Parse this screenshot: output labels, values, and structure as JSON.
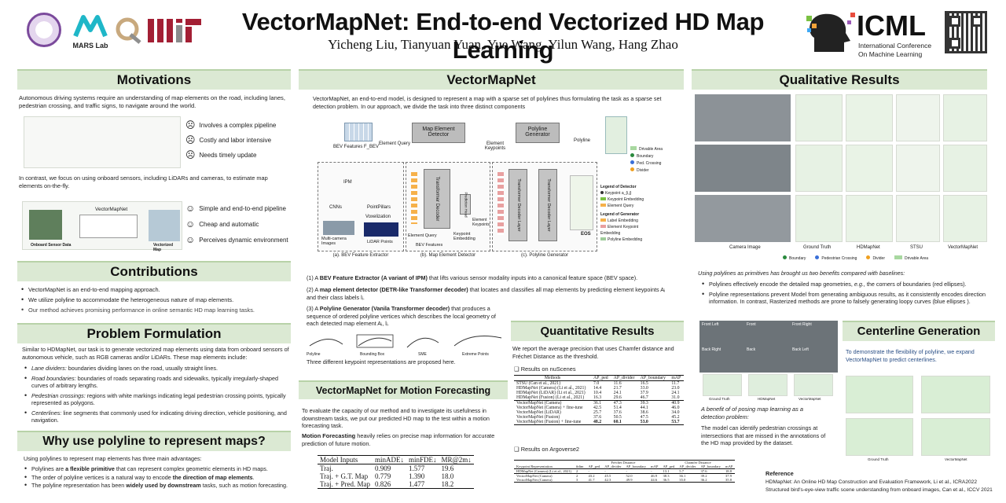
{
  "header": {
    "title": "VectorMapNet: End-to-end Vectorized HD Map Learning",
    "authors": "Yicheng Liu, Tianyuan Yuan, Yue Wang, Yilun Wang, Hang Zhao",
    "mars_lab": "MARS Lab",
    "icml": "ICML",
    "icml_sub1": "International Conference",
    "icml_sub2": "On Machine Learning"
  },
  "motivations": {
    "title": "Motivations",
    "intro": "Autonomous driving systems require an understanding of map elements on the road, including lanes, pedestrian crossing, and traffic signs, to navigate around the world.",
    "cons": [
      "Involves a complex pipeline",
      "Costly and labor intensive",
      "Needs timely update"
    ],
    "contrast": "In contrast, we focus on using onboard sensors, including LiDARs and cameras, to estimate map elements on-the-fly.",
    "pros": [
      "Simple and end-to-end pipeline",
      "Cheap and automatic",
      "Perceives dynamic environment"
    ],
    "fig_label_vmn": "VectorMapNet",
    "fig_label_onboard": "Onboard Sensor Data",
    "fig_label_vectorized": "Vectorized Map"
  },
  "contributions": {
    "title": "Contributions",
    "items": [
      "VectorMapNet is an end-to-end mapping approach.",
      "We utilize polyline to accommodate the heterogeneous nature of map elements.",
      "Our method achieves promising performance in online semantic HD map learning tasks."
    ]
  },
  "problem": {
    "title": "Problem Formulation",
    "intro": "Similar to HDMapNet, our task is to generate vectorized map elements using data from onboard sensors of autonomous vehicle, such as RGB cameras and/or LiDARs. These map elements include:",
    "items": [
      {
        "term": "Lane dividers:",
        "desc": " boundaries dividing lanes on the road, usually straight lines."
      },
      {
        "term": "Road boundaries:",
        "desc": " boundaries of roads separating roads and sidewalks, typically irregularly-shaped curves of arbitrary lengths."
      },
      {
        "term": "Pedestrian crossings:",
        "desc": " regions with white markings indicating legal pedestrian crossing points, typically represented as polygons."
      },
      {
        "term": "Centerlines:",
        "desc": " line segments that commonly used for indicating driving direction, vehicle positioning, and navigation."
      }
    ]
  },
  "why": {
    "title": "Why use polyline to represent maps?",
    "intro": "Using polylines to represent map elements has three main advantages:",
    "i1a": "Polylines are ",
    "i1b": "a flexible primitive",
    "i1c": " that can represent complex geometric elements in HD maps.",
    "i2a": "The order of polyline vertices is a natural way to encode ",
    "i2b": "the direction of map elements",
    "i2c": ".",
    "i3a": "The polyline representation has been ",
    "i3b": "widely used by downstream",
    "i3c": " tasks, such as motion forecasting."
  },
  "vmn": {
    "title": "VectorMapNet",
    "intro": "VectorMapNet, an end-to-end model, is designed to represent a map with a sparse set of polylines thus formulating the task as a sparse set detection problem. In our approach, we divide the task into three distinct components",
    "box_detector": "Map Element Detector",
    "box_generator": "Polyline Generator",
    "lbl_bev": "BEV Features F_BEV",
    "lbl_eq": "Element Query",
    "lbl_ek": "Element Keypoints",
    "lbl_poly": "Polyline",
    "legend_drivable": "Drivable Area",
    "legend_boundary": "Boundary",
    "legend_ped": "Ped. Crossing",
    "legend_divider": "Divider",
    "sub_a": "(a). BEV Feature Extractor",
    "sub_b": "(b). Map Element Detector",
    "sub_c": "(c). Polyline Generator",
    "lbl_ipm": "IPM",
    "lbl_cnns": "CNNs",
    "lbl_pointpillars": "PointPillars",
    "lbl_voxel": "Voxelization",
    "lbl_cams": "Multi-camera Images",
    "lbl_lidar": "LiDAR Points",
    "lbl_decoder": "Transformer Decoder",
    "lbl_pred_head": "Prediction Head",
    "lbl_eq2": "Element Query",
    "lbl_kpe": "Keypoint Embedding",
    "lbl_bevf": "BEV Features",
    "lbl_ekp": "Element Keypoints",
    "lbl_tdl": "Transformer Decoder Layer",
    "lbl_eos": "EOS",
    "legend_det_title": "Legend of Detector",
    "legend_kp": "Keypoint a_{i,j}",
    "legend_kpe": "Keypoint Embedding",
    "legend_eq": "Element Query",
    "legend_gen_title": "Legend of Generator",
    "legend_label": "Label Embedding",
    "legend_ekpe": "Element Keypoint Embedding",
    "legend_pe": "Polyline Embedding",
    "p1a": "(1) A ",
    "p1b": "BEV Feature Extractor (A variant of IPM)",
    "p1c": " that lifts various sensor modality inputs into a canonical feature space (BEV space).",
    "p2a": "(2) A ",
    "p2b": "map element detector (DETR-like Transformer decoder)",
    "p2c": " that locates and classifies all map elements by predicting element keypoints Aᵢ and their class labels lᵢ.",
    "p3a": "(3) A ",
    "p3b": "Polyline Generator (Vanila Transformer decoder)",
    "p3c": " that produces a sequence of ordered polyline vertices which describes the local geometry of each detected map element Aᵢ, lᵢ.",
    "kp_polyline": "Polyline",
    "kp_bbox": "Bounding Box",
    "kp_sme": "SME",
    "kp_extreme": "Extreme Points",
    "kp_caption": "Three different keypoint representations are proposed here."
  },
  "motion": {
    "title": "VectorMapNet for Motion Forecasting",
    "intro": "To evaluate the capacity of our method and to investigate its usefulness in downstream tasks, we put our predicted HD map to the test within a motion forecasting task.",
    "mf_bold": "Motion Forecasting",
    "mf_rest": " heavily relies on precise map information for accurate prediction of future motion.",
    "headers": [
      "Model Inputs",
      "minADE↓",
      "minFDE↓",
      "MR@2m↓"
    ],
    "rows": [
      [
        "Traj.",
        "0.909",
        "1.577",
        "19.6"
      ],
      [
        "Traj. + G.T. Map",
        "0.779",
        "1.390",
        "18.0"
      ],
      [
        "Traj. + Pred. Map",
        "0.826",
        "1.477",
        "18.2"
      ]
    ]
  },
  "qual": {
    "title": "Qualitative Results",
    "col_labels": [
      "Camera Image",
      "Ground Truth",
      "HDMapNet",
      "STSU",
      "VectorMapNet"
    ],
    "legend": [
      "Boundary",
      "Pedestrian Crossing",
      "Divider",
      "Drivable Area"
    ],
    "using": "Using polylines as primitives has brought us two benefits compared with baselines:",
    "b1a": "Polylines effectively encode the detailed map geometries, ",
    "b1b": "e.g.,",
    "b1c": " the corners of boundaries (red ellipses).",
    "b2": "Polyline representations prevent Model from generating ambiguous results, as it consistently encodes direction information. In contrast, Rasterized methods are prone to falsely generating loopy curves (blue ellipses )."
  },
  "quant": {
    "title": "Quantitative Results",
    "intro": "We report the average precision that uses Chamfer distance and Fréchet Distance as the threshold.",
    "nus_title": "Results on nuScenes",
    "nus_headers": [
      "Methods",
      "AP_ped",
      "AP_divider",
      "AP_boundary",
      "mAP"
    ],
    "nus_rows": [
      [
        "STSU (Can et al., 2021)",
        "7.0",
        "11.6",
        "16.5",
        "11.7"
      ],
      [
        "HDMapNet (Camera) (Li et al., 2021)",
        "14.4",
        "21.7",
        "33.0",
        "23.0"
      ],
      [
        "HDMapNet (LiDAR) (Li et al., 2021)",
        "10.4",
        "24.1",
        "37.9",
        "24.1"
      ],
      [
        "HDMapNet (Fusion) (Li et al., 2021)",
        "16.3",
        "29.6",
        "46.7",
        "31.0"
      ],
      [
        "VectorMapNet (Camera)",
        "36.1",
        "47.3",
        "39.3",
        "40.9"
      ],
      [
        "VectorMapNet (Camera) + fine-tune",
        "42.5",
        "51.4",
        "44.1",
        "46.0"
      ],
      [
        "VectorMapNet (LiDAR)",
        "25.7",
        "37.6",
        "38.6",
        "34.0"
      ],
      [
        "VectorMapNet (Fusion)",
        "37.6",
        "50.5",
        "47.5",
        "45.2"
      ],
      [
        "VectorMapNet (Fusion) + fine-tune",
        "48.2",
        "60.1",
        "53.0",
        "53.7"
      ]
    ],
    "argo_title": "Results on Argoverse2",
    "argo_group1": "Fréchet Distance",
    "argo_group2": "Chamfer Distance",
    "argo_headers": [
      "Keypoint Representation",
      "#dim",
      "AP_ped",
      "AP_divider",
      "AP_boundary",
      "mAP",
      "AP_ped",
      "AP_divider",
      "AP_boundary",
      "mAP"
    ],
    "argo_rows": [
      [
        "HDMapNet (Camera) (Li et al., 2021)",
        "2",
        "-",
        "-",
        "-",
        "-",
        "13.1",
        "5.7",
        "37.6",
        "18.8"
      ],
      [
        "VectorMapNet (Camera)",
        "2",
        "43.2",
        "45.5",
        "52.0",
        "46.9",
        "38.3",
        "36.1",
        "39.2",
        "37.9"
      ],
      [
        "VectorMapNet (Camera)",
        "3",
        "41.7",
        "42.3",
        "49.9",
        "44.6",
        "36.5",
        "35.0",
        "36.2",
        "35.8"
      ]
    ]
  },
  "center": {
    "title": "Centerline Generation",
    "intro": "To demonstrate the flexibility of polyline, we expand VectorMapNet to predict centerlines.",
    "cam_labels": [
      "Front Left",
      "Front",
      "Front Right",
      "Back Right",
      "Back",
      "Back Left"
    ],
    "mini_labels": [
      "Ground Truth",
      "HDMapNet",
      "VectorMapNet"
    ],
    "benefit": "A benefit of of posing map learning as a detection problem:",
    "benefit_body": "The model can identify pedestrian crossings at intersections that are missed in the annotations of the HD map provided by the dataset.",
    "bottom_labels": [
      "Ground Truth",
      "VectorMapNet"
    ]
  },
  "reference": {
    "title": "Reference",
    "r1": "HDMapNet: An Online HD Map Construction and Evaluation Framework, Li et al., ICRA2022",
    "r2": "Structured bird's-eye-view traffic scene understanding from onboard images, Can et al., ICCV 2021"
  },
  "colors": {
    "header_green": "#dbe9d3",
    "boundary": "#2a8a3e",
    "ped": "#3a6fd8",
    "divider": "#f0a020",
    "drivable": "#a8d8a0"
  }
}
